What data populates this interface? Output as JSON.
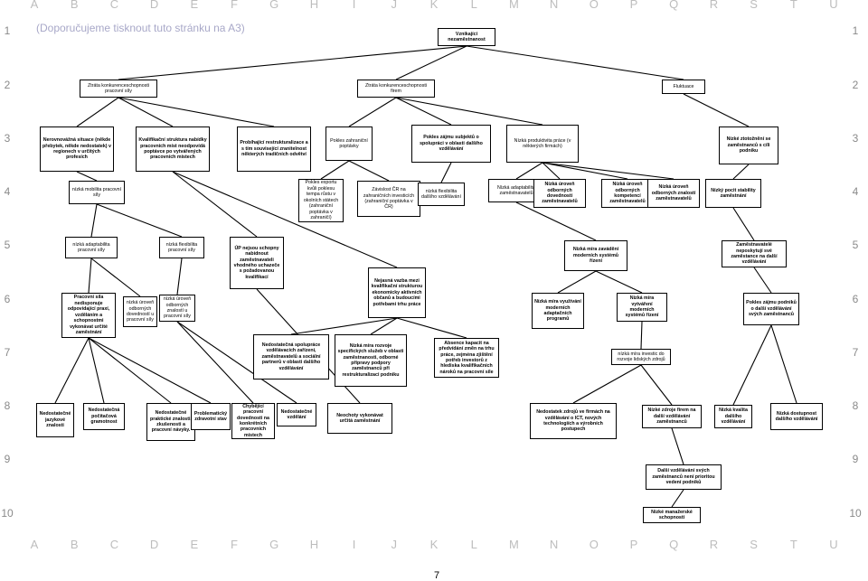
{
  "sheet": {
    "column_letters": [
      "A",
      "B",
      "C",
      "D",
      "E",
      "F",
      "G",
      "H",
      "I",
      "J",
      "K",
      "L",
      "M",
      "N",
      "O",
      "P",
      "Q",
      "R",
      "S",
      "T",
      "U"
    ],
    "row_numbers": [
      "1",
      "2",
      "3",
      "4",
      "5",
      "6",
      "7",
      "8",
      "9",
      "10"
    ],
    "note": "(Doporučujeme tisknout tuto stránku na A3)",
    "page_number": "7"
  },
  "diagram": {
    "nodes": [
      {
        "id": "n1",
        "label": "Vznikající nezaměstnanost"
      },
      {
        "id": "n2",
        "label": "Ztráta konkurenceschopnosti pracovní síly"
      },
      {
        "id": "n3",
        "label": "Ztráta konkurenceschopnosti firem"
      },
      {
        "id": "n4",
        "label": "Fluktuace"
      },
      {
        "id": "n5",
        "label": "Nerovnovážná situace (někde přebytek, někde nedostatek) v regionech v určitých profesích"
      },
      {
        "id": "n6",
        "label": "Kvalifikační struktura nabídky pracovních míst neodpovídá poptávce po vytvářených pracovních místech"
      },
      {
        "id": "n7",
        "label": "Probíhající restrukturalizace a s tím související zranitelnost některých tradičních odvětví"
      },
      {
        "id": "n8",
        "label": "Pokles zahraniční poptávky"
      },
      {
        "id": "n9",
        "label": "Pokles zájmu subjektů o spolupráci v oblasti dalšího vzdělávání"
      },
      {
        "id": "n10",
        "label": "Nízká produktivita práce (v některých firmách)"
      },
      {
        "id": "n11",
        "label": "Nízké ztotožnění se zaměstnanců s cíli podniku"
      },
      {
        "id": "n12",
        "label": "nízká mobilita pracovní síly"
      },
      {
        "id": "n13",
        "label": "Pokles exportu kvůli poklesu tempa růstu v okolních státech (zahraniční poptávka v zahraničí)"
      },
      {
        "id": "n14",
        "label": "Závislost ČR na zahraničních investicích (zahraniční poptávka v ČR)"
      },
      {
        "id": "n15",
        "label": "nízká flexibilita dalšího vzdělávání"
      },
      {
        "id": "n16",
        "label": "Nízká adaptabilita zaměstnavatelů"
      },
      {
        "id": "n17",
        "label": "Nízká úroveň odborných dovedností zaměstnavatelů"
      },
      {
        "id": "n18",
        "label": "Nízká úroveň odborných kompetencí zaměstnavatelů"
      },
      {
        "id": "n19",
        "label": "Nízká úroveň odborných znalostí zaměstnavatelů"
      },
      {
        "id": "n20",
        "label": "Nízký pocit stability zaměstnání"
      },
      {
        "id": "n21",
        "label": "nízká adaptabilita pracovní síly"
      },
      {
        "id": "n22",
        "label": "nízká flexibilita pracovní síly"
      },
      {
        "id": "n23",
        "label": "ÚP nejsou schopny nabídnout zaměstnavateli vhodného uchazeče s požadovanou kvalifikací"
      },
      {
        "id": "n24",
        "label": "Nízká míra zavádění moderních systémů řízení"
      },
      {
        "id": "n25",
        "label": "Zaměstnavatelé neposkytují své zaměstance na další vzdělávání"
      },
      {
        "id": "n26",
        "label": "Nejasná vazba mezi kvalifikační strukturou ekonomicky aktivních občanů a budoucími potřebami trhu práce"
      },
      {
        "id": "n27",
        "label": "Pracovní síla nedisponuje odpovídající praxí, vzděláním a schopnostmi vykonávat určité zaměstnání"
      },
      {
        "id": "n28",
        "label": "nízká úroveň odborných dovedností u pracovní síly"
      },
      {
        "id": "n29",
        "label": "nízká úroveň odborných znalostí u pracovní síly"
      },
      {
        "id": "n30",
        "label": "Nízká míra využívání moderních adaptačních programů"
      },
      {
        "id": "n31",
        "label": "Nízká míra vytváření moderních systémů řízení"
      },
      {
        "id": "n32",
        "label": "Pokles zájmu podniků o další vzdělávání svých zaměstnanců"
      },
      {
        "id": "n33",
        "label": "Nedostatečná spolupráce vzdělávacích zařízení, zaměstnavatelů a sociální partnerů v oblasti dalšího vzdělávání"
      },
      {
        "id": "n34",
        "label": "Nízká míra rozvoje specifických služeb v oblasti zaměstnanosti, odborné přípravy podpory zaměstnanců při restrukturalizaci podniku"
      },
      {
        "id": "n35",
        "label": "Absence kapacit na předvídání změn na trhu práce, zejména zjištění potřeb investorů z hlediska kvalifikačních nároků na pracovní síle"
      },
      {
        "id": "n36",
        "label": "nízká míra investic do rozvoje lidských zdrojů"
      },
      {
        "id": "n37",
        "label": "Nedostatečné jazykové znalosti"
      },
      {
        "id": "n38",
        "label": "Nedostatečná počítačová gramotnost"
      },
      {
        "id": "n39",
        "label": "Nedostatečné praktické znalosti, zkušenosti a pracovní návyky."
      },
      {
        "id": "n40",
        "label": "Problematický zdravotní stav"
      },
      {
        "id": "n41",
        "label": "Chybějící pracovní dovednosti na konkrétních pracovních místech"
      },
      {
        "id": "n42",
        "label": "Nedostatečné vzdělání"
      },
      {
        "id": "n43",
        "label": "Neochoty vykonávat určitá zaměstnání"
      },
      {
        "id": "n44",
        "label": "Nedostatek zdrojů ve firmách na vzdělávání o ICT, nových technologiích a výrobních postupech"
      },
      {
        "id": "n45",
        "label": "Nízké zdroje firem na další vzdělávání zaměstnanců"
      },
      {
        "id": "n46",
        "label": "Nízká kvalita dalšího vzdělávání"
      },
      {
        "id": "n47",
        "label": "Nízká dostupnost dalšího vzdělávání"
      },
      {
        "id": "n48",
        "label": "Další vzdělávání svých zaměstnanců není prioritou vedení podniků"
      },
      {
        "id": "n49",
        "label": "Nízké manažerské schopnosti"
      }
    ],
    "edges": [
      [
        "n2",
        "n1"
      ],
      [
        "n3",
        "n1"
      ],
      [
        "n4",
        "n1"
      ],
      [
        "n5",
        "n2"
      ],
      [
        "n6",
        "n2"
      ],
      [
        "n7",
        "n2"
      ],
      [
        "n8",
        "n3"
      ],
      [
        "n9",
        "n3"
      ],
      [
        "n10",
        "n3"
      ],
      [
        "n11",
        "n4"
      ],
      [
        "n12",
        "n5"
      ],
      [
        "n13",
        "n8"
      ],
      [
        "n14",
        "n8"
      ],
      [
        "n15",
        "n9"
      ],
      [
        "n16",
        "n10"
      ],
      [
        "n17",
        "n10"
      ],
      [
        "n18",
        "n10"
      ],
      [
        "n19",
        "n10"
      ],
      [
        "n20",
        "n11"
      ],
      [
        "n21",
        "n12"
      ],
      [
        "n22",
        "n12"
      ],
      [
        "n23",
        "n6"
      ],
      [
        "n26",
        "n6"
      ],
      [
        "n24",
        "n16"
      ],
      [
        "n25",
        "n20"
      ],
      [
        "n27",
        "n21"
      ],
      [
        "n28",
        "n21"
      ],
      [
        "n29",
        "n22"
      ],
      [
        "n30",
        "n24"
      ],
      [
        "n31",
        "n24"
      ],
      [
        "n32",
        "n25"
      ],
      [
        "n33",
        "n26"
      ],
      [
        "n34",
        "n26"
      ],
      [
        "n35",
        "n26"
      ],
      [
        "n36",
        "n31"
      ],
      [
        "n37",
        "n27"
      ],
      [
        "n38",
        "n27"
      ],
      [
        "n39",
        "n27"
      ],
      [
        "n40",
        "n27"
      ],
      [
        "n41",
        "n29"
      ],
      [
        "n42",
        "n29"
      ],
      [
        "n43",
        "n23"
      ],
      [
        "n44",
        "n36"
      ],
      [
        "n45",
        "n36"
      ],
      [
        "n46",
        "n32"
      ],
      [
        "n47",
        "n32"
      ],
      [
        "n48",
        "n45"
      ],
      [
        "n49",
        "n48"
      ]
    ]
  }
}
